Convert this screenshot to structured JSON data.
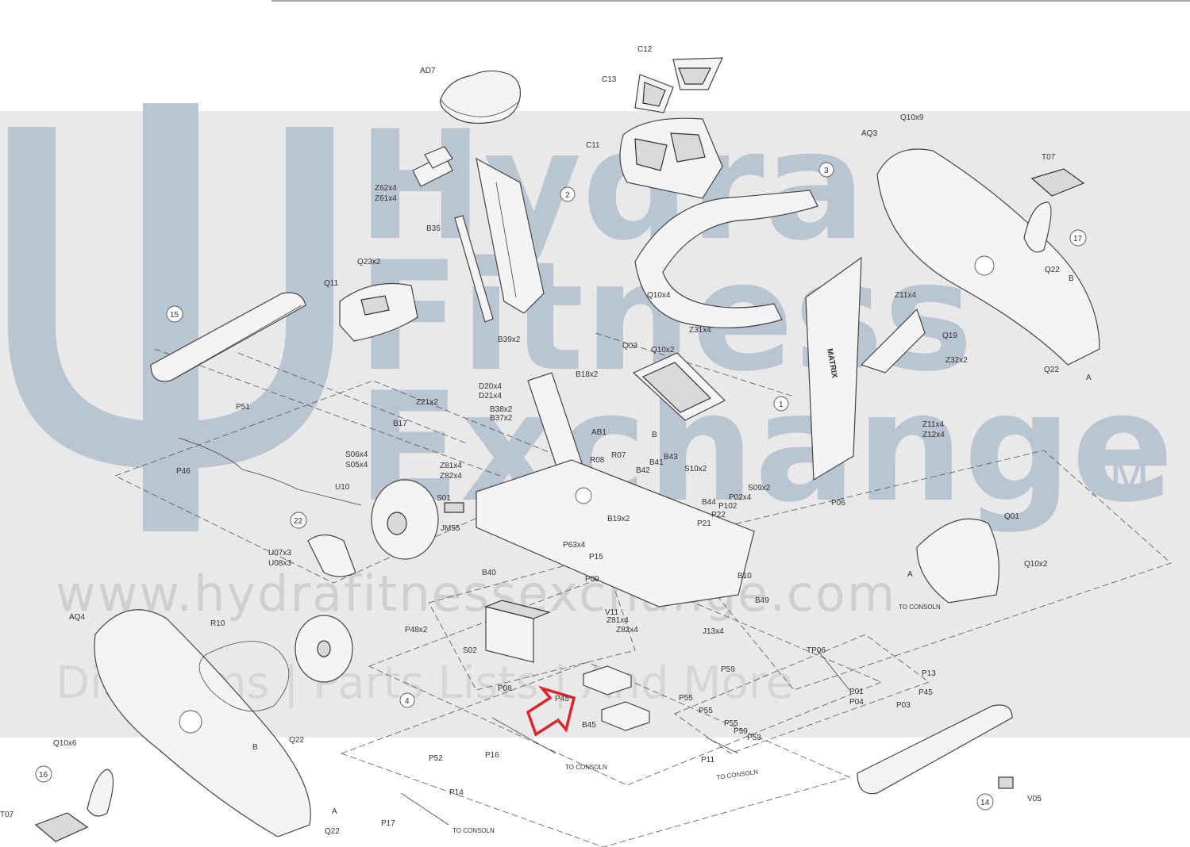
{
  "watermark": {
    "brand_line1": "Hydra",
    "brand_line2": "Fitness",
    "brand_line3": "Exchange",
    "trademark": "TM",
    "url": "www.hydrafitnessexchange.com",
    "tagline": "Diagrams | Parts Lists | And More"
  },
  "frame_brand": "MATRIX",
  "arrow_color": "#d9262c",
  "callouts": {
    "c1": "1",
    "c2": "2",
    "c3": "3",
    "c4": "4",
    "c14": "14",
    "c15": "15",
    "c16": "16",
    "c17": "17",
    "c22": "22"
  },
  "labels": {
    "AD7": "AD7",
    "C12": "C12",
    "C13": "C13",
    "C11": "C11",
    "Q10x9": "Q10x9",
    "AQ3": "AQ3",
    "T07_right": "T07",
    "Z62x4": "Z62x4",
    "Z61x4": "Z61x4",
    "B35": "B35",
    "Q23x2": "Q23x2",
    "Q11": "Q11",
    "B39x2": "B39x2",
    "Q10x4": "Q10x4",
    "Z11x4_top": "Z11x4",
    "Z31x4": "Z31x4",
    "Q22_top": "Q22",
    "B_top": "B",
    "Q19": "Q19",
    "Z32x2": "Z32x2",
    "Q22_right": "Q22",
    "A_right": "A",
    "Q02": "Q02",
    "Q10x2_mid": "Q10x2",
    "B_mid": "B",
    "P51": "P51",
    "D20x4": "D20x4",
    "D21x4": "D21x4",
    "B18x2": "B18x2",
    "B38x2": "B38x2",
    "B37x2": "B37x2",
    "Z21x2": "Z21x2",
    "B17": "B17",
    "AB1": "AB1",
    "Z11x4_mid": "Z11x4",
    "Z12x4": "Z12x4",
    "P46": "P46",
    "S06x4": "S06x4",
    "S05x4": "S05x4",
    "Z81x4": "Z81x4",
    "Z82x4_top": "Z82x4",
    "R08": "R08",
    "R07": "R07",
    "B41": "B41",
    "B43": "B43",
    "B42": "B42",
    "S10x2": "S10x2",
    "U10": "U10",
    "S01": "S01",
    "JM55": "JM55",
    "S09x2": "S09x2",
    "P02x4": "P02x4",
    "B44": "B44",
    "P102": "P102",
    "P22": "P22",
    "P21": "P21",
    "B19x2": "B19x2",
    "P06": "P06",
    "Q01": "Q01",
    "U07x3": "U07x3",
    "U08x3": "U08x3",
    "P63x4": "P63x4",
    "P15": "P15",
    "B40": "B40",
    "P09": "P09",
    "B10": "B10",
    "Q10x2_right": "Q10x2",
    "A_mid": "A",
    "AQ4": "AQ4",
    "R10": "R10",
    "P48x2": "P48x2",
    "V11": "V11",
    "Z81x4_b": "Z81x4",
    "Z82x4_b": "Z82x4",
    "B49": "B49",
    "J13x4": "J13x4",
    "TO_CONSOLN_1": "TO CONSOLN",
    "S02": "S02",
    "TP06": "TP06",
    "P13": "P13",
    "P59_top": "P59",
    "P08": "P08",
    "P45_mid": "P45",
    "P55_a": "P55",
    "P55_b": "P55",
    "P01": "P01",
    "P04": "P04",
    "P03": "P03",
    "P45_right": "P45",
    "B45": "B45",
    "P55_c": "P55",
    "P59_b": "P59",
    "P53": "P53",
    "Q10x6": "Q10x6",
    "B_left": "B",
    "Q22_left": "Q22",
    "P52": "P52",
    "P16": "P16",
    "TO_CONSOLN_2": "TO CONSOLN",
    "P11": "P11",
    "TO_CONSOLN_3": "TO CONSOLN",
    "P14": "P14",
    "A_left": "A",
    "T07_left": "T07",
    "Q22_bottom": "Q22",
    "P17": "P17",
    "TO_CONSOLN_4": "TO CONSOLN",
    "V05": "V05"
  }
}
